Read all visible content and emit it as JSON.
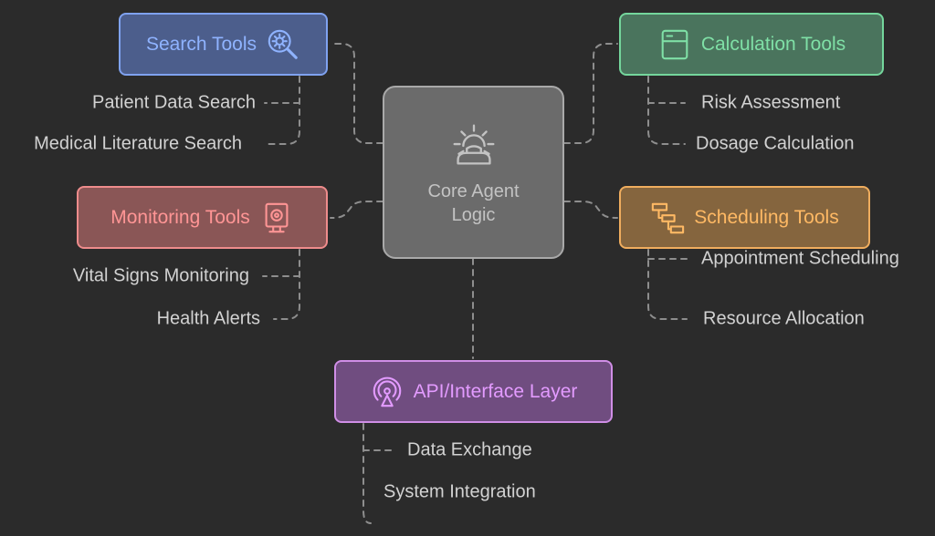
{
  "core": {
    "label_line1": "Core Agent",
    "label_line2": "Logic",
    "icon": "gear-phone-icon"
  },
  "nodes": {
    "search": {
      "label": "Search Tools",
      "icon": "search-gear-icon",
      "color": "#8fb3ff",
      "items": [
        "Patient Data Search",
        "Medical Literature Search"
      ]
    },
    "calculation": {
      "label": "Calculation Tools",
      "icon": "calculator-icon",
      "color": "#7fe0a6",
      "items": [
        "Risk Assessment",
        "Dosage Calculation"
      ]
    },
    "monitoring": {
      "label": "Monitoring Tools",
      "icon": "monitor-device-icon",
      "color": "#ff9595",
      "items": [
        "Vital Signs Monitoring",
        "Health Alerts"
      ]
    },
    "scheduling": {
      "label": "Scheduling Tools",
      "icon": "flowchart-icon",
      "color": "#ffb964",
      "items": [
        "Appointment Scheduling",
        "Resource Allocation"
      ]
    },
    "api": {
      "label": "API/Interface Layer",
      "icon": "broadcast-icon",
      "color": "#e39bff",
      "items": [
        "Data Exchange",
        "System Integration"
      ]
    }
  }
}
